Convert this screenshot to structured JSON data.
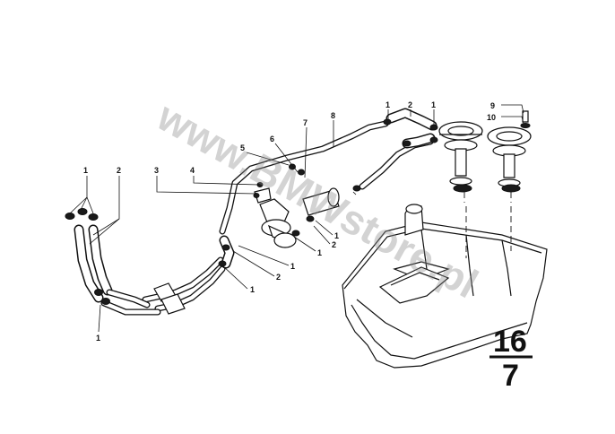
{
  "callouts": {
    "c1": "1",
    "c2": "2",
    "c3": "3",
    "c4": "4",
    "c5": "5",
    "c6": "6",
    "c7": "7",
    "c8": "8",
    "c9": "9",
    "c10": "10"
  },
  "group_number": {
    "top": "16",
    "bottom": "7"
  },
  "watermark": "www.BMWstore.pl"
}
